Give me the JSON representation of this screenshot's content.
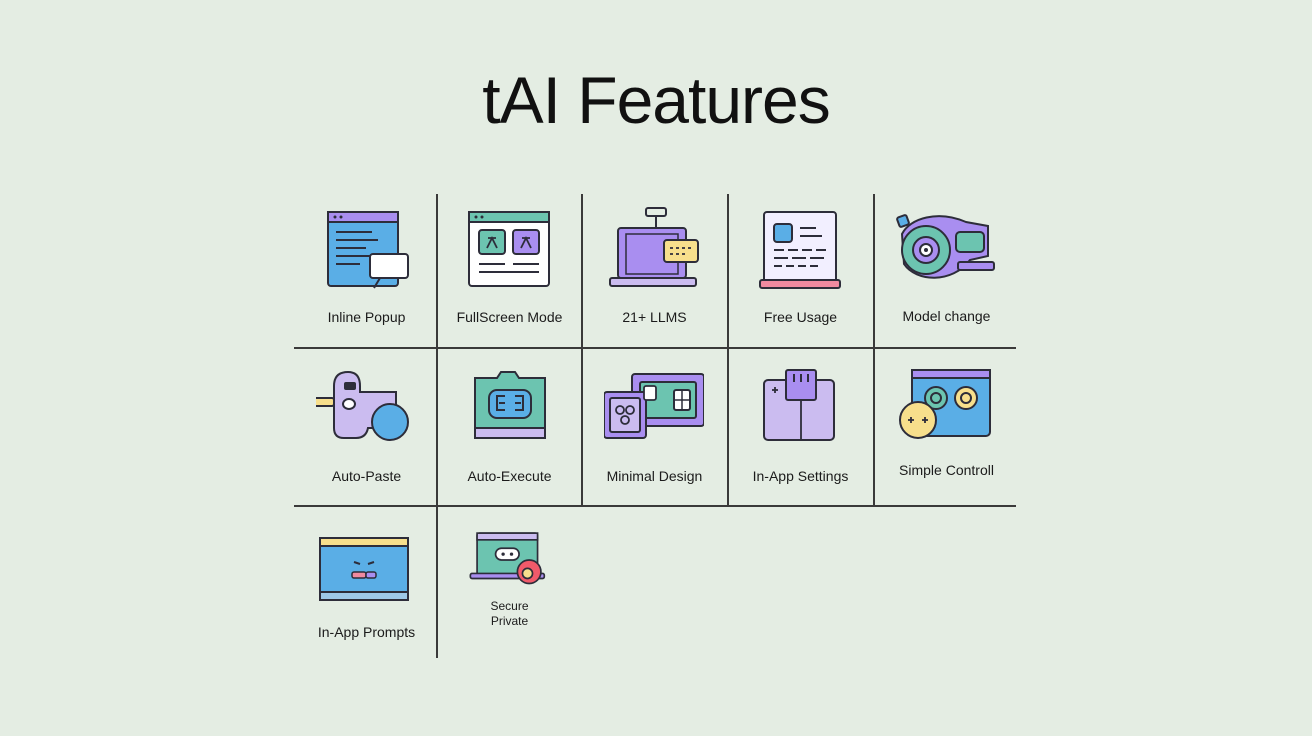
{
  "title": "tAI Features",
  "features": [
    {
      "label": "Inline Popup",
      "icon": "popup-window-icon"
    },
    {
      "label": "FullScreen Mode",
      "icon": "fullscreen-window-icon"
    },
    {
      "label": "21+ LLMS",
      "icon": "laptop-chat-icon"
    },
    {
      "label": "Free Usage",
      "icon": "document-page-icon"
    },
    {
      "label": "Model change",
      "icon": "model-switch-icon"
    },
    {
      "label": "Auto-Paste",
      "icon": "paste-tool-icon"
    },
    {
      "label": "Auto-Execute",
      "icon": "execute-window-icon"
    },
    {
      "label": "Minimal Design",
      "icon": "design-windows-icon"
    },
    {
      "label": "In-App Settings",
      "icon": "settings-panel-icon"
    },
    {
      "label": "Simple Controll",
      "icon": "controls-panel-icon"
    },
    {
      "label": "In-App Prompts",
      "icon": "prompt-screen-icon"
    },
    {
      "label_line1": "Secure",
      "label_line2": "Private",
      "icon": "secure-lock-icon"
    }
  ],
  "colors": {
    "background": "#e4ede3",
    "blue": "#5aaee6",
    "purple": "#a98ef0",
    "lavender": "#cbbcf0",
    "teal": "#6cc4b0",
    "yellow": "#f7df8c",
    "pink": "#f08aa0",
    "outline": "#2d2d3a"
  }
}
